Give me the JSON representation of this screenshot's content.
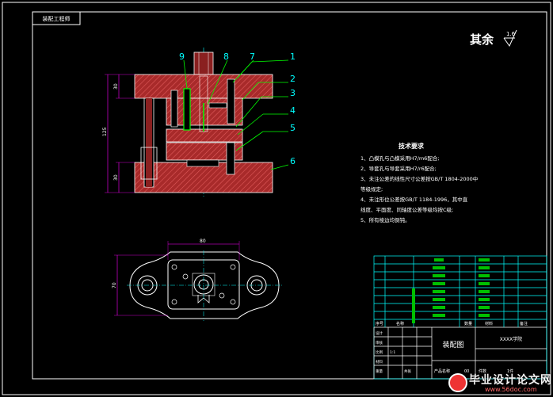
{
  "drawing": {
    "corner_tag": "装配工程师",
    "surface_finish_text": "其余",
    "surface_finish_value": "1.6",
    "part_numbers": [
      "9",
      "8",
      "7",
      "1",
      "2",
      "3",
      "4",
      "5",
      "6"
    ],
    "dimensions": {
      "d1": "30",
      "d2": "125",
      "d3": "30",
      "top_view_width": "80",
      "top_view_height": "70"
    }
  },
  "tech_requirements": {
    "title": "技术要求",
    "lines": [
      "1、凸模孔与凸模采用H7/m6配合;",
      "2、导套孔与导套采用H7/r6配合;",
      "3、未注公差的线性尺寸公差按GB/T 1804-2000中",
      "   等级规定;",
      "4、未注形位公差按GB/T 1184-1996，其中直",
      "   线度、平面度、同轴度公差等级均按C级;",
      "5、所有棱边均倒钝。"
    ]
  },
  "title_block": {
    "drawing_name": "装配图",
    "school": "XXXX学院",
    "scale_label": "比例",
    "scale_value": "1:1",
    "sheet_label": "共张",
    "material_label": "材料",
    "weight_label": "重量",
    "designer_label": "设计",
    "checker_label": "审核",
    "product_label": "产品名称",
    "product_value": "00",
    "count_label": "件数",
    "count_value": "1件",
    "col_headers": [
      "序号",
      "名称",
      "数量",
      "材料",
      "备注"
    ]
  },
  "watermark": {
    "title": "毕业设计论文网",
    "url": "www.56doc.com"
  },
  "colors": {
    "background": "#000000",
    "frame": "#ffffff",
    "part_body": "#b03030",
    "hatch": "#e05050",
    "label": "#00ffff",
    "table_line": "#00ffff",
    "table_cell": "#00ff00",
    "accent_green": "#00ff00",
    "text": "#ffffff",
    "dim": "#ff00ff"
  }
}
